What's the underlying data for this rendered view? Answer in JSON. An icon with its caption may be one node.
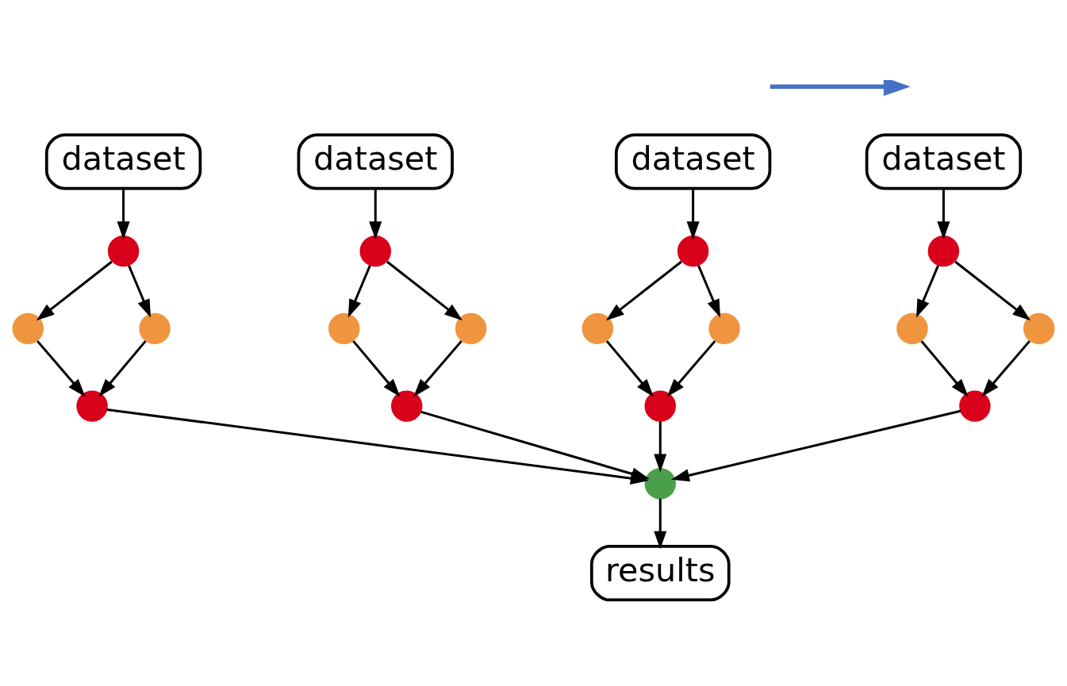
{
  "diagram": {
    "nodes": [
      {
        "text": [
          "dataset"
        ]
      },
      {
        "text": [],
        "shape": "circle"
      },
      {
        "text": [],
        "shape": "circle"
      },
      {
        "text": [],
        "shape": "circle"
      },
      {
        "text": [],
        "shape": "circle"
      },
      {
        "text": [
          "dataset"
        ]
      },
      {
        "text": [],
        "shape": "circle"
      },
      {
        "text": [],
        "shape": "circle"
      },
      {
        "text": [],
        "shape": "circle"
      },
      {
        "text": [],
        "shape": "circle"
      },
      {
        "text": [
          "dataset"
        ]
      },
      {
        "text": [],
        "shape": "circle"
      },
      {
        "text": [],
        "shape": "circle"
      },
      {
        "text": [],
        "shape": "circle"
      },
      {
        "text": [],
        "shape": "circle"
      },
      {
        "text": [
          "dataset"
        ]
      },
      {
        "text": [],
        "shape": "circle"
      },
      {
        "text": [],
        "shape": "circle"
      },
      {
        "text": [],
        "shape": "circle"
      },
      {
        "text": [],
        "shape": "circle"
      },
      {
        "text": [],
        "shape": "circle"
      },
      {
        "text": [
          "results"
        ]
      }
    ],
    "edges": [
      {
        "from": 0,
        "to": 1,
        "arrow": "to"
      },
      {
        "from": 1,
        "to": 2,
        "arrow": "to"
      },
      {
        "from": 1,
        "to": 3,
        "arrow": "to"
      },
      {
        "from": 2,
        "to": 4,
        "arrow": "to"
      },
      {
        "from": 3,
        "to": 4,
        "arrow": "to"
      },
      {
        "from": 5,
        "to": 6,
        "arrow": "to"
      },
      {
        "from": 6,
        "to": 7,
        "arrow": "to"
      },
      {
        "from": 6,
        "to": 8,
        "arrow": "to"
      },
      {
        "from": 7,
        "to": 9,
        "arrow": "to"
      },
      {
        "from": 8,
        "to": 9,
        "arrow": "to"
      },
      {
        "from": 10,
        "to": 11,
        "arrow": "to"
      },
      {
        "from": 11,
        "to": 12,
        "arrow": "to"
      },
      {
        "from": 11,
        "to": 13,
        "arrow": "to"
      },
      {
        "from": 12,
        "to": 14,
        "arrow": "to"
      },
      {
        "from": 13,
        "to": 14,
        "arrow": "to"
      },
      {
        "from": 15,
        "to": 16,
        "arrow": "to"
      },
      {
        "from": 16,
        "to": 17,
        "arrow": "to"
      },
      {
        "from": 16,
        "to": 18,
        "arrow": "to"
      },
      {
        "from": 17,
        "to": 19,
        "arrow": "to"
      },
      {
        "from": 18,
        "to": 19,
        "arrow": "to"
      },
      {
        "from": 4,
        "to": 20,
        "arrow": "to"
      },
      {
        "from": 9,
        "to": 20,
        "arrow": "to"
      },
      {
        "from": 14,
        "to": 20,
        "arrow": "to"
      },
      {
        "from": 19,
        "to": 20,
        "arrow": "to"
      },
      {
        "from": 20,
        "to": 21,
        "arrow": "to"
      }
    ]
  }
}
